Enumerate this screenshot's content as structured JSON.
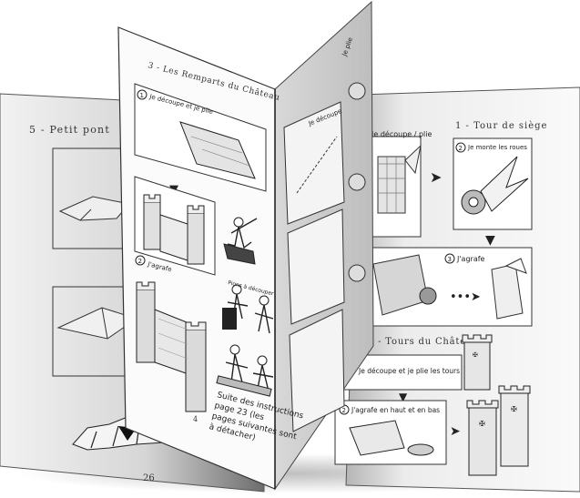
{
  "left_page": {
    "title": "5 - Petit pont",
    "page_number": "26"
  },
  "center_page": {
    "title": "3 - Les Remparts du Château",
    "step1_label": "Je découpe et je plie",
    "step2_label": "J'agrafe",
    "figure_caption": "Pions à découper",
    "footer_text": "Suite des instructions page 23 (les pages suivantes sont à détacher)",
    "page_number": "4"
  },
  "center_back": {
    "label_a": "Je découpe",
    "label_b": "Je plie"
  },
  "right_page": {
    "title": "1 - Tour de siège",
    "step_top_label": "Je découpe / plie",
    "step2_label": "Je monte les roues",
    "step3_label": "J'agrafe",
    "section_title": "2 - Tours du Château",
    "section_step1": "Je découpe et je plie les tours",
    "section_step2": "J'agrafe en haut et en bas"
  },
  "colors": {
    "ink": "#222222",
    "paper": "#f7f7f7",
    "shadow": "#8a8a8a"
  }
}
